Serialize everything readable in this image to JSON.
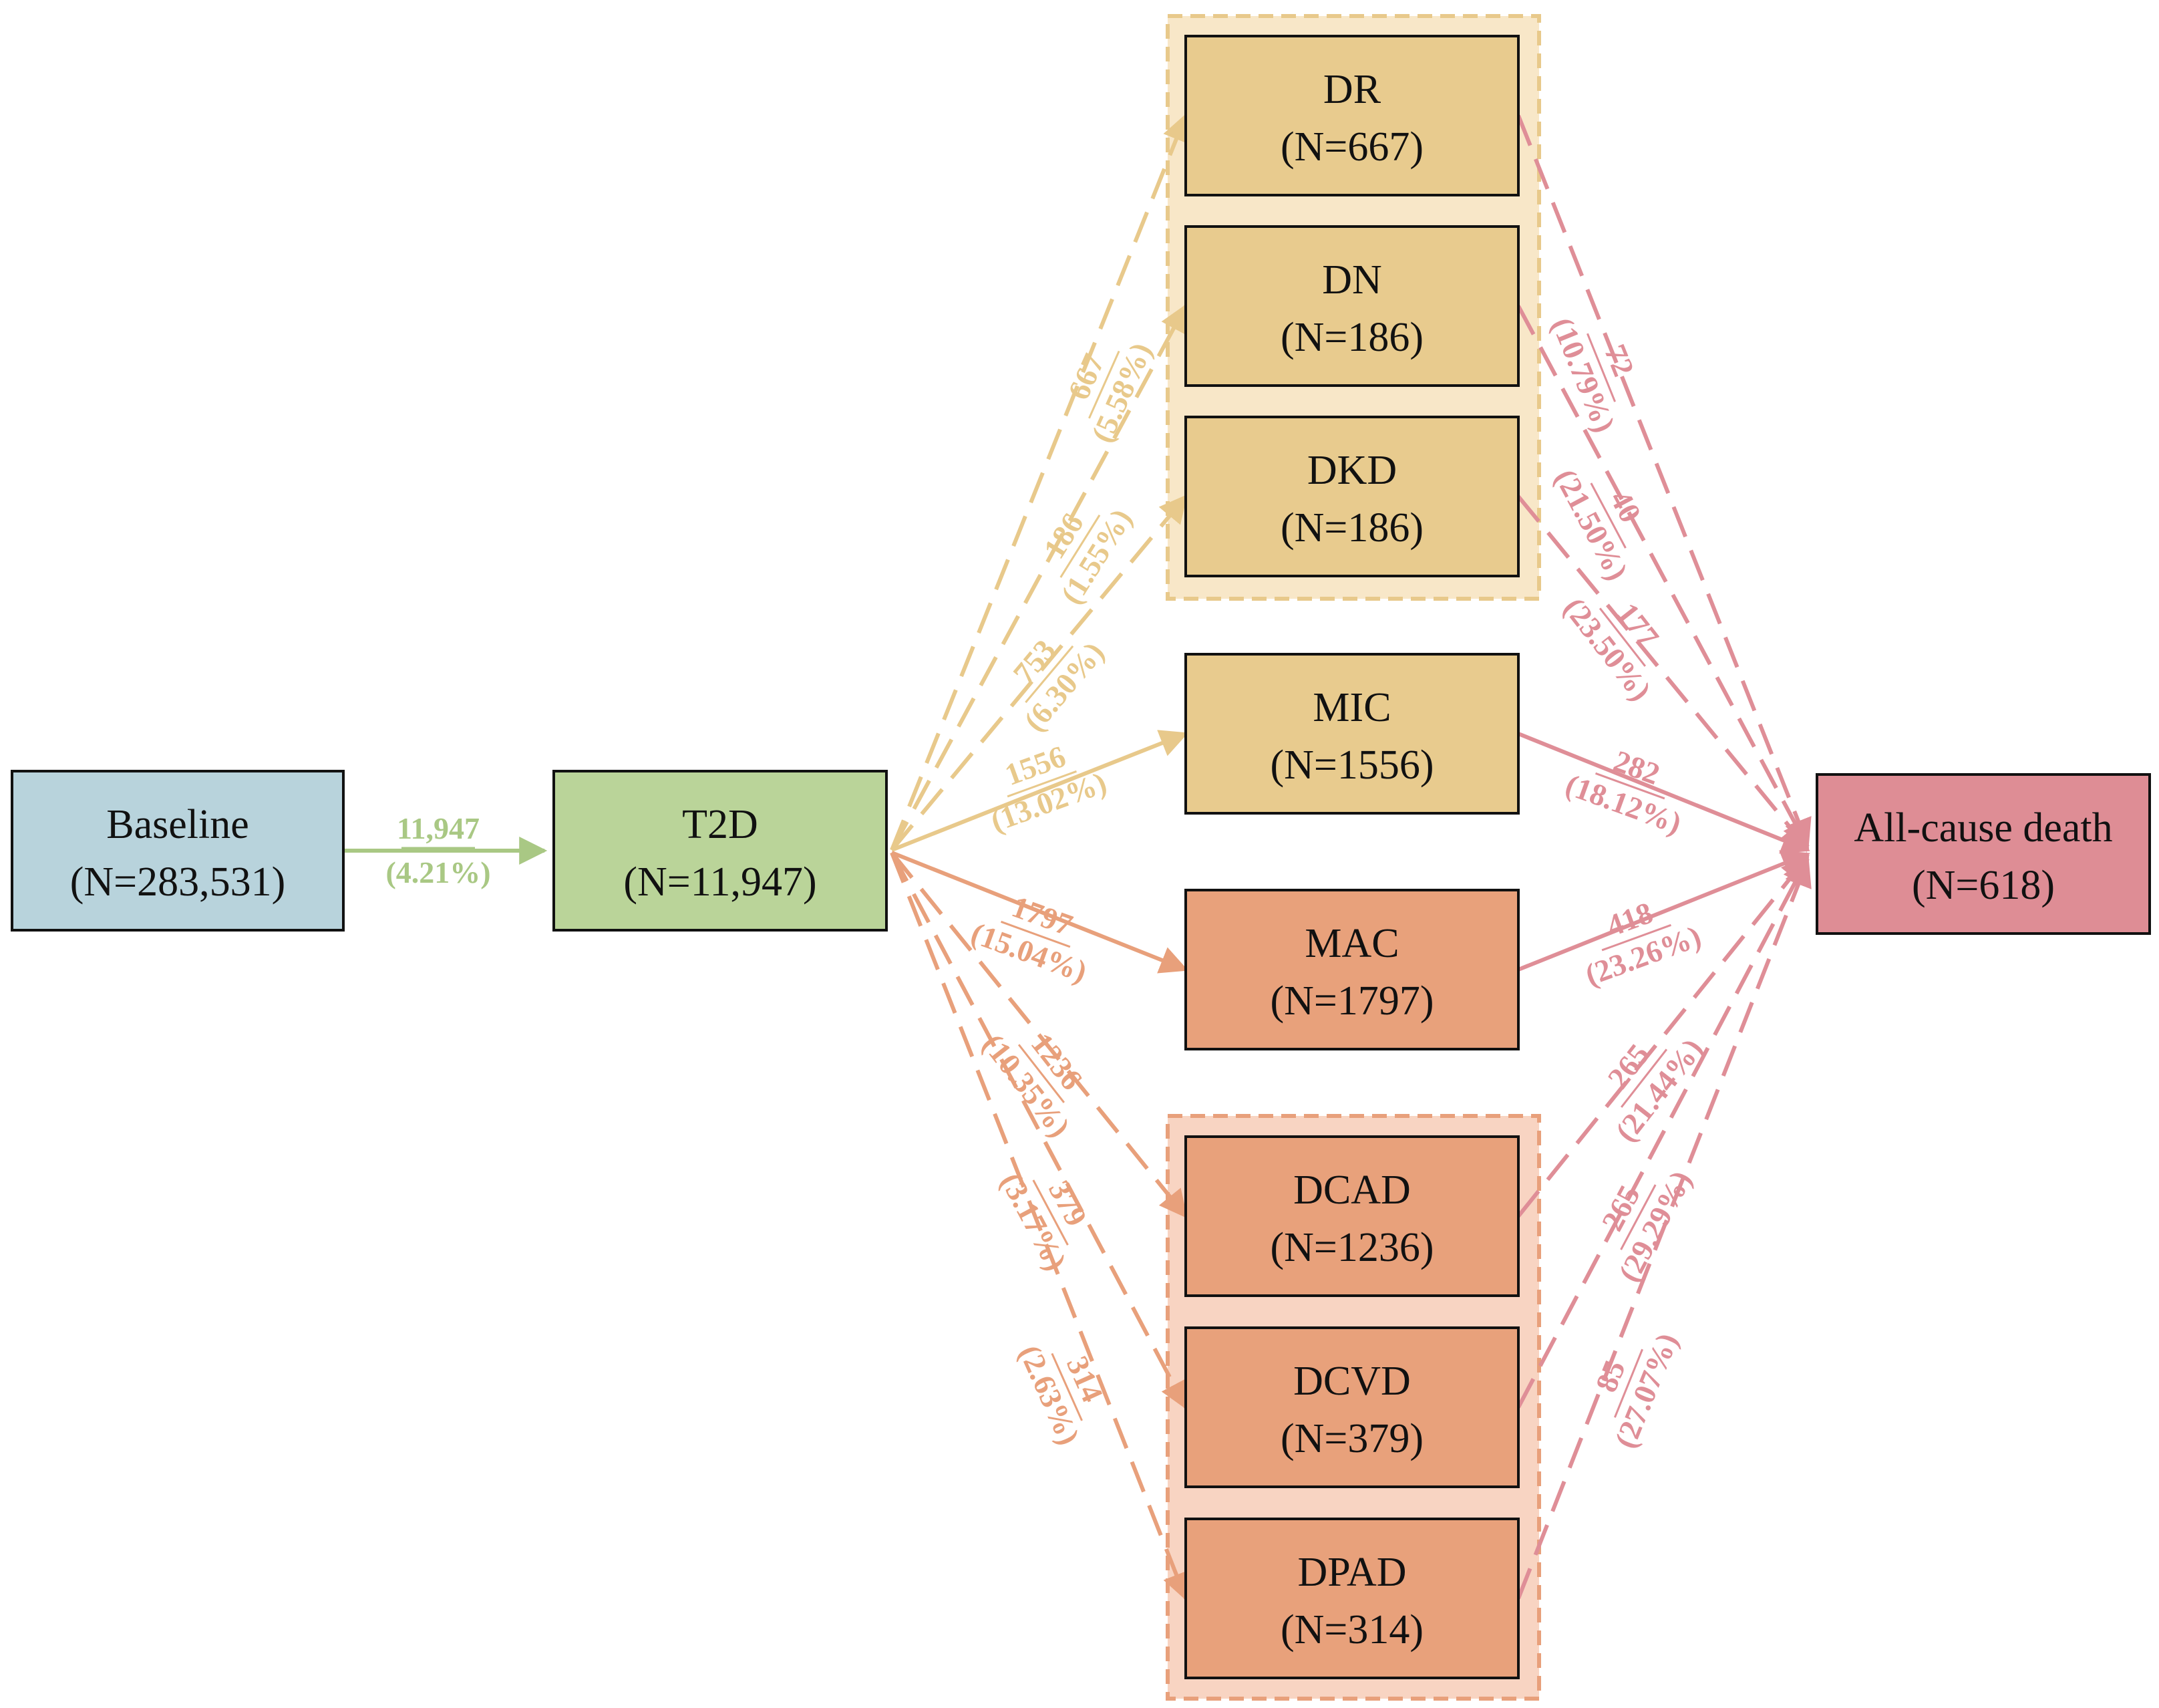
{
  "colors": {
    "baseline": "#b8d3dc",
    "t2d": "#bad499",
    "micro": "#e8cb8e",
    "macro": "#e8a17b",
    "death": "#de8d95",
    "micro_group": "#f8e7c8",
    "macro_group": "#f8d4c2",
    "green_arrow": "#a9c884",
    "micro_arrow": "#e8c98b",
    "macro_arrow": "#e8a07b",
    "death_arrow": "#df8e97"
  },
  "nodes": [
    {
      "id": "baseline",
      "title": "Baseline",
      "count": "(N=283,531)"
    },
    {
      "id": "t2d",
      "title": "T2D",
      "count": "(N=11,947)"
    },
    {
      "id": "dr",
      "title": "DR",
      "count": "(N=667)"
    },
    {
      "id": "dn",
      "title": "DN",
      "count": "(N=186)"
    },
    {
      "id": "dkd",
      "title": "DKD",
      "count": "(N=186)"
    },
    {
      "id": "mic",
      "title": "MIC",
      "count": "(N=1556)"
    },
    {
      "id": "mac",
      "title": "MAC",
      "count": "(N=1797)"
    },
    {
      "id": "dcad",
      "title": "DCAD",
      "count": "(N=1236)"
    },
    {
      "id": "dcvd",
      "title": "DCVD",
      "count": "(N=379)"
    },
    {
      "id": "dpad",
      "title": "DPAD",
      "count": "(N=314)"
    },
    {
      "id": "death",
      "title": "All-cause death",
      "count": "(N=618)"
    }
  ],
  "edges": [
    {
      "from": "baseline",
      "to": "t2d",
      "count": "11,947",
      "pct": "(4.21%)",
      "style": "solid"
    },
    {
      "from": "t2d",
      "to": "dr",
      "count": "667",
      "pct": "(5.58%)",
      "style": "dashed"
    },
    {
      "from": "t2d",
      "to": "dn",
      "count": "186",
      "pct": "(1.55%)",
      "style": "dashed"
    },
    {
      "from": "t2d",
      "to": "dkd",
      "count": "753",
      "pct": "(6.30%)",
      "style": "dashed"
    },
    {
      "from": "t2d",
      "to": "mic",
      "count": "1556",
      "pct": "(13.02%)",
      "style": "solid"
    },
    {
      "from": "t2d",
      "to": "mac",
      "count": "1797",
      "pct": "(15.04%)",
      "style": "solid"
    },
    {
      "from": "t2d",
      "to": "dcad",
      "count": "1236",
      "pct": "(10.35%)",
      "style": "dashed"
    },
    {
      "from": "t2d",
      "to": "dcvd",
      "count": "379",
      "pct": "(3.17%)",
      "style": "dashed"
    },
    {
      "from": "t2d",
      "to": "dpad",
      "count": "314",
      "pct": "(2.63%)",
      "style": "dashed"
    },
    {
      "from": "dr",
      "to": "death",
      "count": "72",
      "pct": "(10.79%)",
      "style": "dashed"
    },
    {
      "from": "dn",
      "to": "death",
      "count": "40",
      "pct": "(21.50%)",
      "style": "dashed"
    },
    {
      "from": "dkd",
      "to": "death",
      "count": "177",
      "pct": "(23.50%)",
      "style": "dashed"
    },
    {
      "from": "mic",
      "to": "death",
      "count": "282",
      "pct": "(18.12%)",
      "style": "solid"
    },
    {
      "from": "mac",
      "to": "death",
      "count": "418",
      "pct": "(23.26%)",
      "style": "solid"
    },
    {
      "from": "dcad",
      "to": "death",
      "count": "265",
      "pct": "(21.44%)",
      "style": "dashed"
    },
    {
      "from": "dcvd",
      "to": "death",
      "count": "265",
      "pct": "(29.29%)",
      "style": "dashed"
    },
    {
      "from": "dpad",
      "to": "death",
      "count": "85",
      "pct": "(27.07%)",
      "style": "dashed"
    }
  ]
}
